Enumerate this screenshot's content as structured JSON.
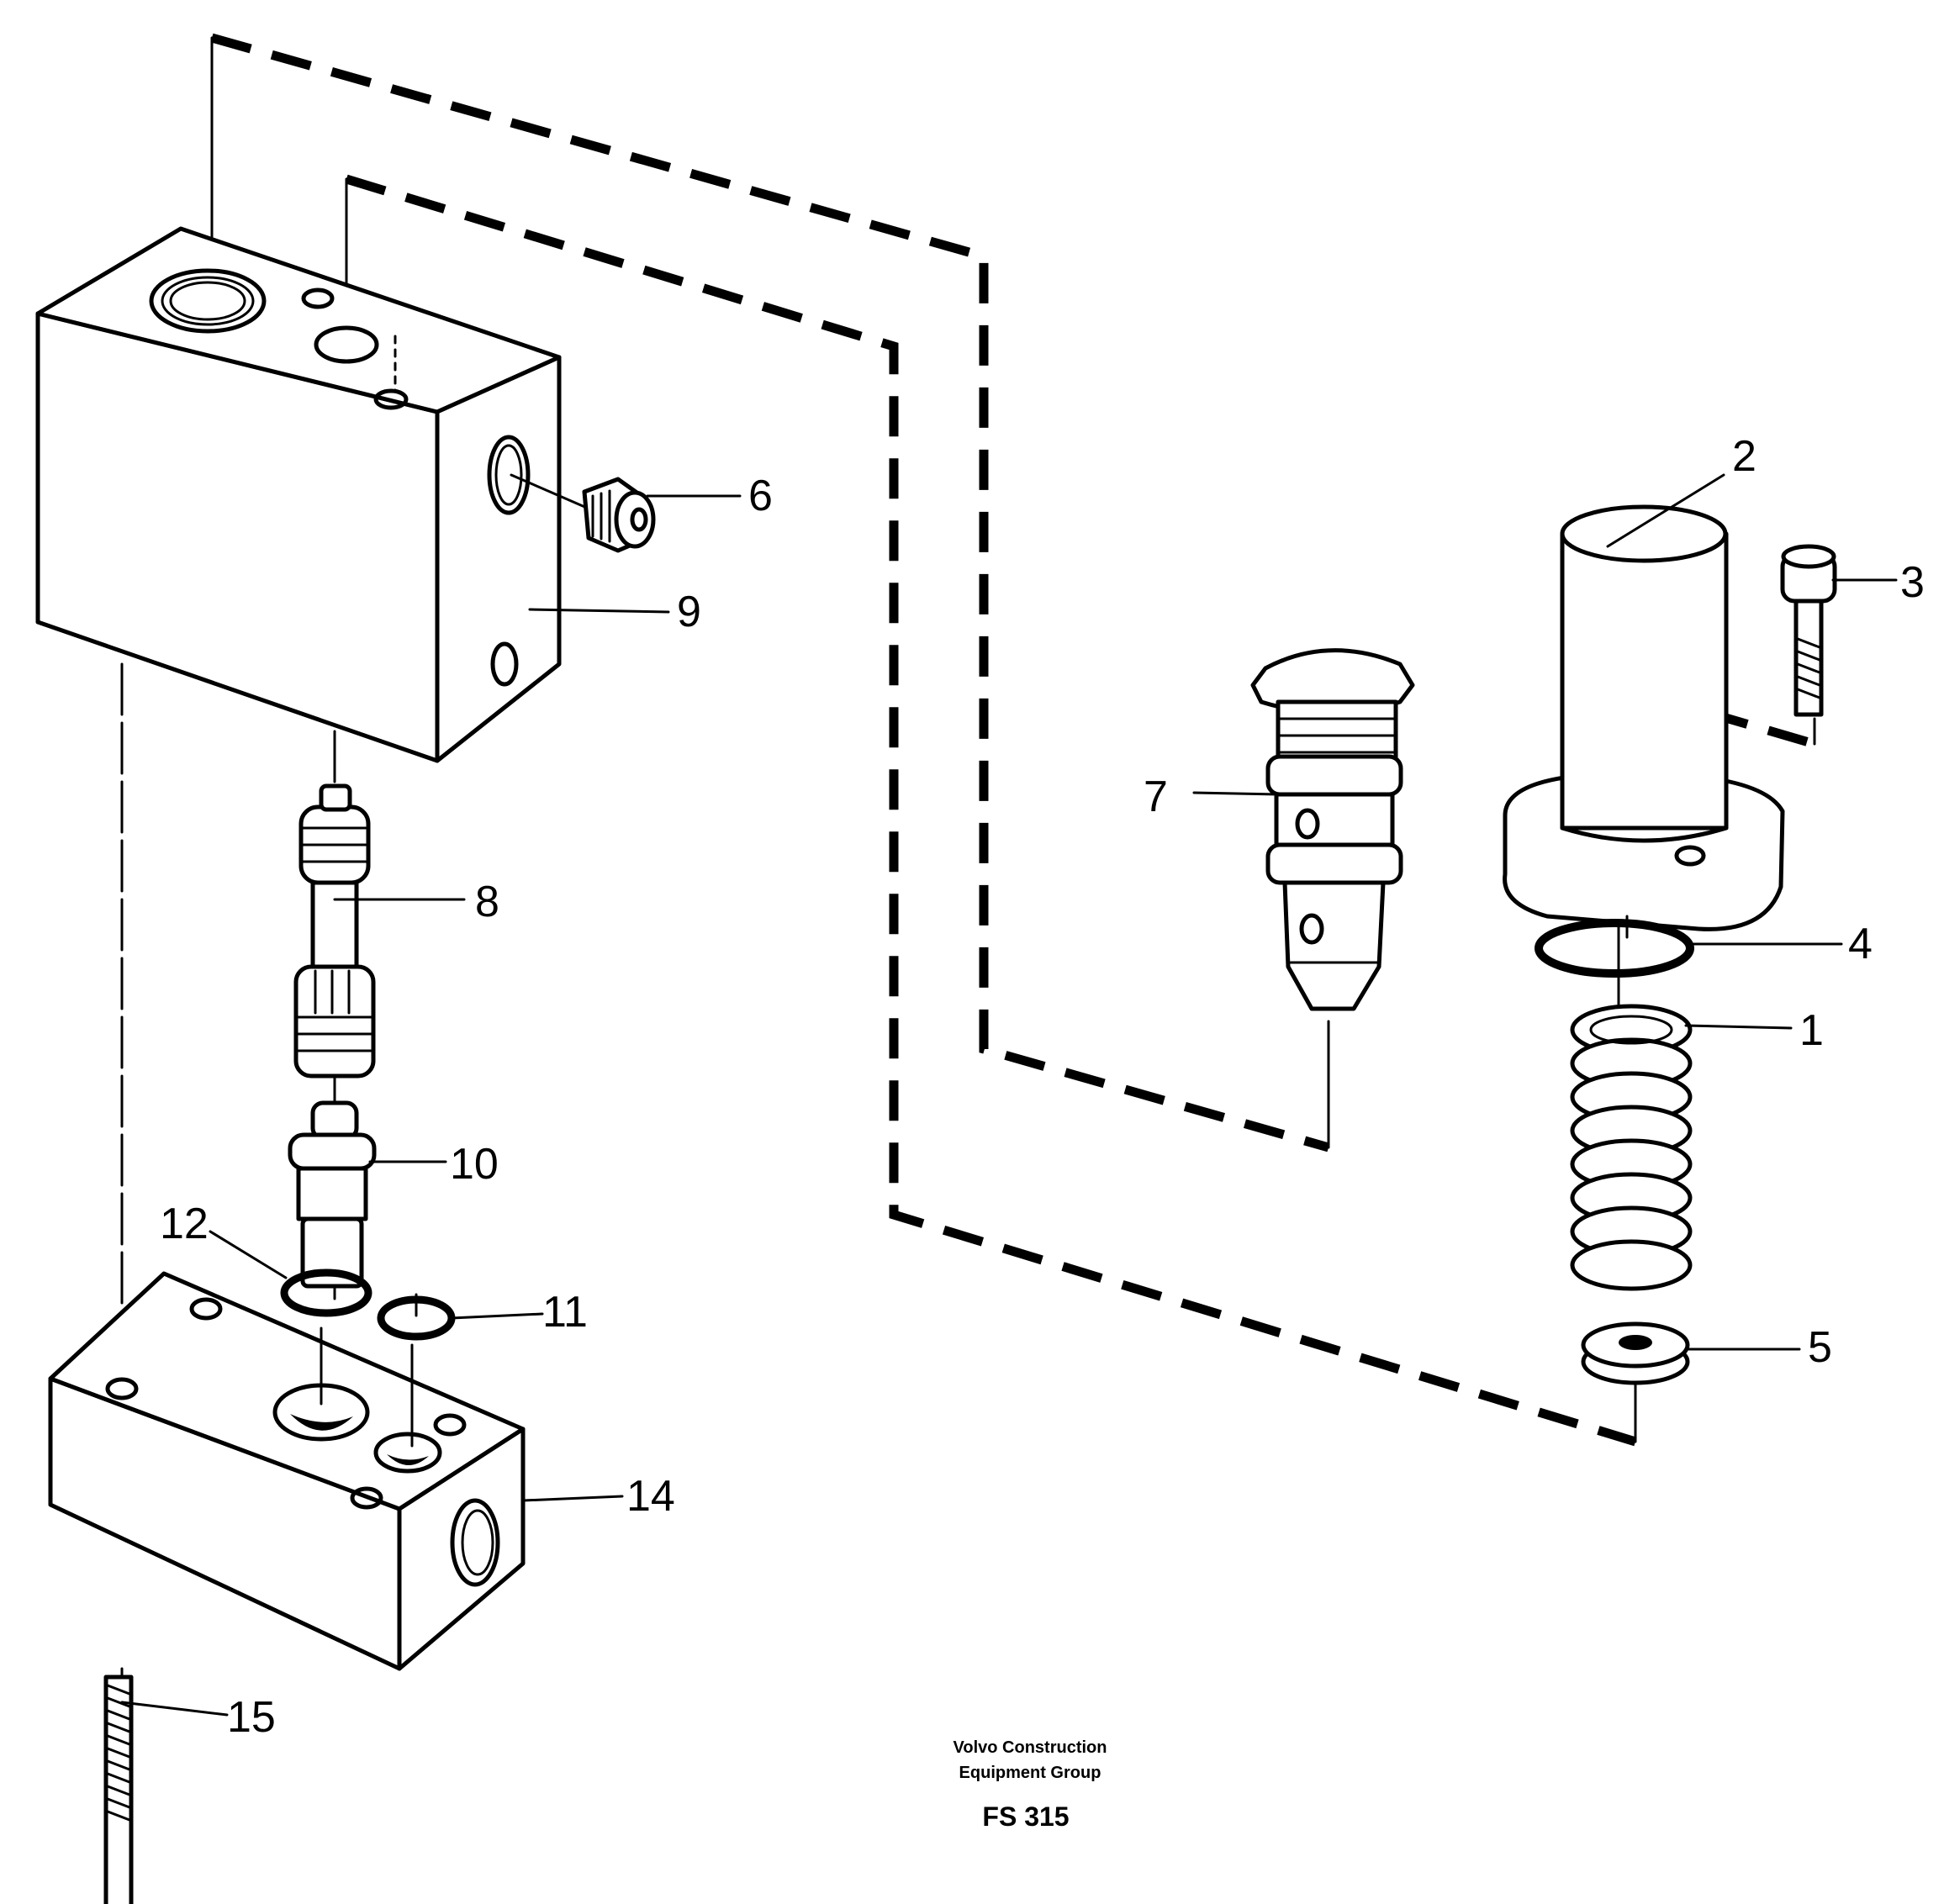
{
  "part_labels": [
    "1",
    "2",
    "3",
    "4",
    "5",
    "6",
    "7",
    "8",
    "9",
    "10",
    "11",
    "12",
    "14",
    "15"
  ],
  "footer": {
    "publisher_line1": "Volvo Construction",
    "publisher_line2": "Equipment Group",
    "figure_code": "FS 315"
  }
}
